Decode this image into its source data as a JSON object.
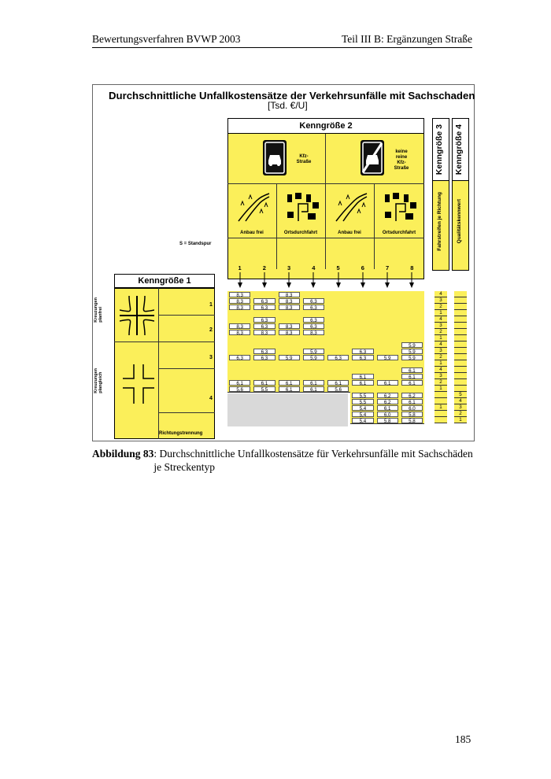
{
  "header": {
    "left": "Bewertungsverfahren BVWP 2003",
    "right": "Teil III B: Ergänzungen Straße"
  },
  "figure": {
    "title": "Durchschnittliche Unfallkostensätze der Verkehrsunfälle mit Sachschaden",
    "unit": "[Tsd. €/U]",
    "kg2": "Kenngröße 2",
    "kg3": "Kenngröße 3",
    "kg4": "Kenngröße 4",
    "kg1": "Kenngröße 1",
    "kfz": "Kfz-\nStraße",
    "nonkfz": "keine\nreine\nKfz-\nStraße",
    "anbau1": "Anbau frei",
    "orts1": "Ortsdurchfahrt",
    "anbau2": "Anbau frei",
    "orts2": "Ortsdurchfahrt",
    "standspur": "S = Standspur",
    "s": "S",
    "fahrstreifen": "Fahrstreifen je Richtung",
    "qualitaet": "Qualitätskennwert",
    "kreuz_planfrei": "Kreuzungen\nplanfrei",
    "kreuz_plangleich": "Kreuzungen\nplangleich",
    "richtungstrennung": "Richtungstrennung",
    "cols": [
      "1",
      "2",
      "3",
      "4",
      "5",
      "6",
      "7",
      "8"
    ],
    "kg1_rows": [
      "1",
      "2",
      "3",
      "4"
    ],
    "rows": [
      {
        "c": [
          "8,3",
          "",
          "8,3",
          "",
          "",
          "",
          "",
          ""
        ],
        "k3": "4",
        "k4": ""
      },
      {
        "c": [
          "8,3",
          "6,3",
          "8,3",
          "6,3",
          "",
          "",
          "",
          ""
        ],
        "k3": "3",
        "k4": ""
      },
      {
        "c": [
          "8,3",
          "6,3",
          "8,3",
          "6,3",
          "",
          "",
          "",
          ""
        ],
        "k3": "2",
        "k4": ""
      },
      {
        "c": [
          "",
          "",
          "",
          "",
          "",
          "",
          "",
          ""
        ],
        "k3": "1",
        "k4": ""
      },
      {
        "c": [
          "",
          "6,3",
          "",
          "6,3",
          "",
          "",
          "",
          ""
        ],
        "k3": "4",
        "k4": ""
      },
      {
        "c": [
          "8,3",
          "6,3",
          "8,3",
          "6,3",
          "",
          "",
          "",
          ""
        ],
        "k3": "3",
        "k4": ""
      },
      {
        "c": [
          "8,3",
          "8,3",
          "8,3",
          "8,3",
          "",
          "",
          "",
          ""
        ],
        "k3": "2",
        "k4": ""
      },
      {
        "c": [
          "",
          "",
          "",
          "",
          "",
          "",
          "",
          ""
        ],
        "k3": "1",
        "k4": ""
      },
      {
        "c": [
          "",
          "",
          "",
          "",
          "",
          "",
          "",
          "5,9"
        ],
        "k3": "4",
        "k4": ""
      },
      {
        "c": [
          "",
          "6,3",
          "",
          "5,9",
          "",
          "6,3",
          "",
          "5,9"
        ],
        "k3": "3",
        "k4": ""
      },
      {
        "c": [
          "6,3",
          "6,3",
          "5,9",
          "5,9",
          "6,3",
          "6,3",
          "5,9",
          "5,9"
        ],
        "k3": "2",
        "k4": ""
      },
      {
        "c": [
          "",
          "",
          "",
          "",
          "",
          "",
          "",
          ""
        ],
        "k3": "1",
        "k4": ""
      },
      {
        "c": [
          "",
          "",
          "",
          "",
          "",
          "",
          "",
          "6,1"
        ],
        "k3": "4",
        "k4": ""
      },
      {
        "c": [
          "",
          "",
          "",
          "",
          "",
          "6,1",
          "",
          "6,1"
        ],
        "k3": "3",
        "k4": ""
      },
      {
        "c": [
          "6,1",
          "6,1",
          "6,1",
          "6,1",
          "6,1",
          "6,1",
          "6,1",
          "6,1"
        ],
        "k3": "2",
        "k4": ""
      },
      {
        "c": [
          "5,6",
          "5,5",
          "6,1",
          "6,1",
          "5,6",
          "",
          "",
          ""
        ],
        "k3": "1",
        "k4": ""
      },
      {
        "c": [
          "",
          "",
          "",
          "",
          "",
          "5,5",
          "6,2",
          "6,2"
        ],
        "k3": "",
        "k4": "5"
      },
      {
        "c": [
          "",
          "",
          "",
          "",
          "",
          "5,5",
          "6,2",
          "6,1"
        ],
        "k3": "",
        "k4": "4"
      },
      {
        "c": [
          "",
          "",
          "",
          "",
          "",
          "5,4",
          "6,1",
          "6,0"
        ],
        "k3": "1",
        "k4": "3"
      },
      {
        "c": [
          "",
          "",
          "",
          "",
          "",
          "5,4",
          "6,0",
          "5,8"
        ],
        "k3": "",
        "k4": "2"
      },
      {
        "c": [
          "",
          "",
          "",
          "",
          "",
          "5,4",
          "5,8",
          "5,8"
        ],
        "k3": "",
        "k4": "1"
      }
    ]
  },
  "caption": {
    "label": "Abbildung 83",
    "text": ": Durchschnittliche Unfallkostensätze für Verkehrsunfälle mit Sachschäden je Streckentyp"
  },
  "page_number": "185"
}
